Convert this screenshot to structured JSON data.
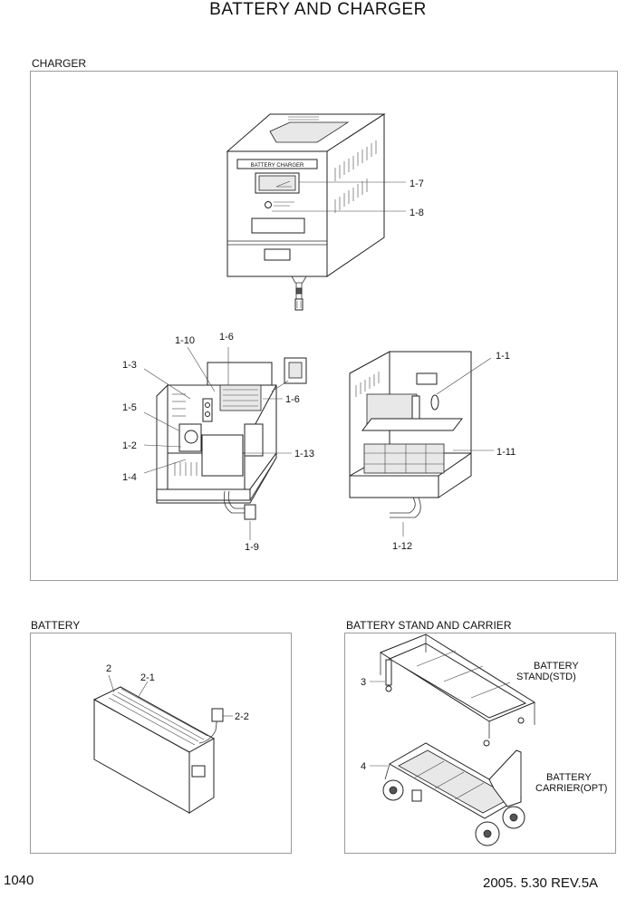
{
  "title": "BATTERY AND CHARGER",
  "sections": {
    "charger": "CHARGER",
    "battery": "BATTERY",
    "stand_carrier": "BATTERY STAND AND CARRIER"
  },
  "charger_panel": {
    "label_plate": "BATTERY CHARGER"
  },
  "callouts": {
    "c1_7": "1-7",
    "c1_8": "1-8",
    "c1_10": "1-10",
    "c1_6a": "1-6",
    "c1_6b": "1-6",
    "c1_3": "1-3",
    "c1_5": "1-5",
    "c1_2": "1-2",
    "c1_4": "1-4",
    "c1_13": "1-13",
    "c1_9": "1-9",
    "c1_1": "1-1",
    "c1_11": "1-11",
    "c1_12": "1-12",
    "c2": "2",
    "c2_1": "2-1",
    "c2_2": "2-2",
    "c3": "3",
    "c4": "4"
  },
  "notes": {
    "stand_line1": "BATTERY",
    "stand_line2": "STAND(STD)",
    "carrier_line1": "BATTERY",
    "carrier_line2": "CARRIER(OPT)"
  },
  "footer": {
    "page_number": "1040",
    "revision": "2005. 5.30 REV.5A"
  }
}
